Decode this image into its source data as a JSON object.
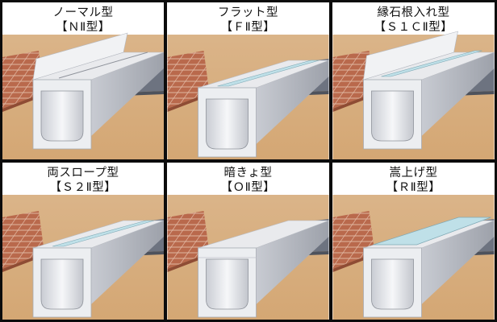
{
  "panels": [
    {
      "name": "ノーマル型",
      "code": "【ＮⅡ型】",
      "variant": "normal"
    },
    {
      "name": "フラット型",
      "code": "【ＦⅡ型】",
      "variant": "flat"
    },
    {
      "name": "縁石根入れ型",
      "code": "【Ｓ１ＣⅡ型】",
      "variant": "curb"
    },
    {
      "name": "両スロープ型",
      "code": "【Ｓ２Ⅱ型】",
      "variant": "slope"
    },
    {
      "name": "暗きょ型",
      "code": "【ＯⅡ型】",
      "variant": "culvert"
    },
    {
      "name": "嵩上げ型",
      "code": "【ＲⅡ型】",
      "variant": "raised"
    }
  ],
  "colors": {
    "ground": "#d4a774",
    "tile": "#b9694c",
    "asphalt": "#6d7380",
    "concrete": "#e9eaed",
    "grating": "#bfe0e8"
  }
}
